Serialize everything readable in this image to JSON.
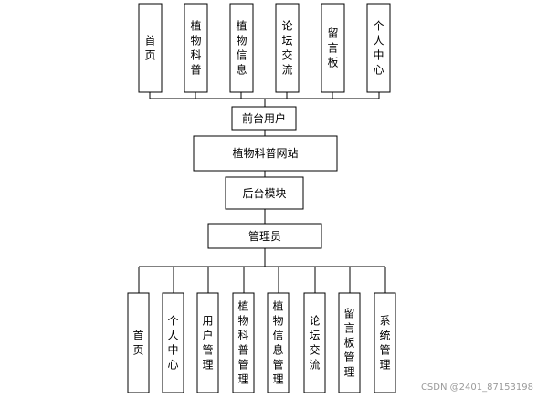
{
  "diagram": {
    "top_modules": [
      "首页",
      "植物科普",
      "植物信息",
      "论坛交流",
      "留言板",
      "个人中心"
    ],
    "front_user": "前台用户",
    "site": "植物科普网站",
    "backend": "后台模块",
    "admin": "管理员",
    "bottom_modules": [
      "首页",
      "个人中心",
      "用户管理",
      "植物科普管理",
      "植物信息管理",
      "论坛交流",
      "留言板管理",
      "系统管理"
    ]
  },
  "watermark": "CSDN @2401_87153198"
}
